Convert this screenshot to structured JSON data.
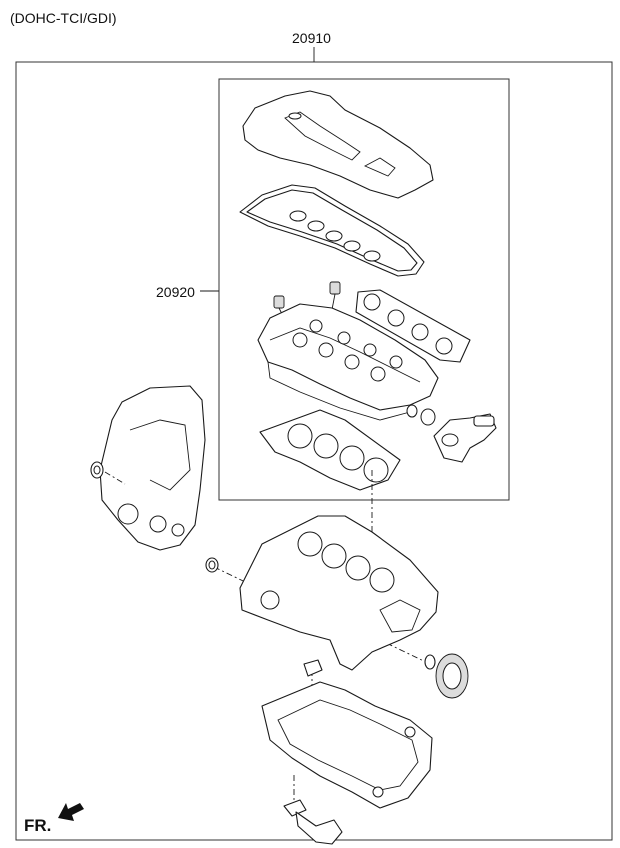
{
  "diagram": {
    "engine_tag": "(DOHC-TCI/GDI)",
    "part_outer": "20910",
    "part_inner": "20920",
    "front_label": "FR.",
    "arrow_icon": "front-direction-arrow-icon"
  }
}
